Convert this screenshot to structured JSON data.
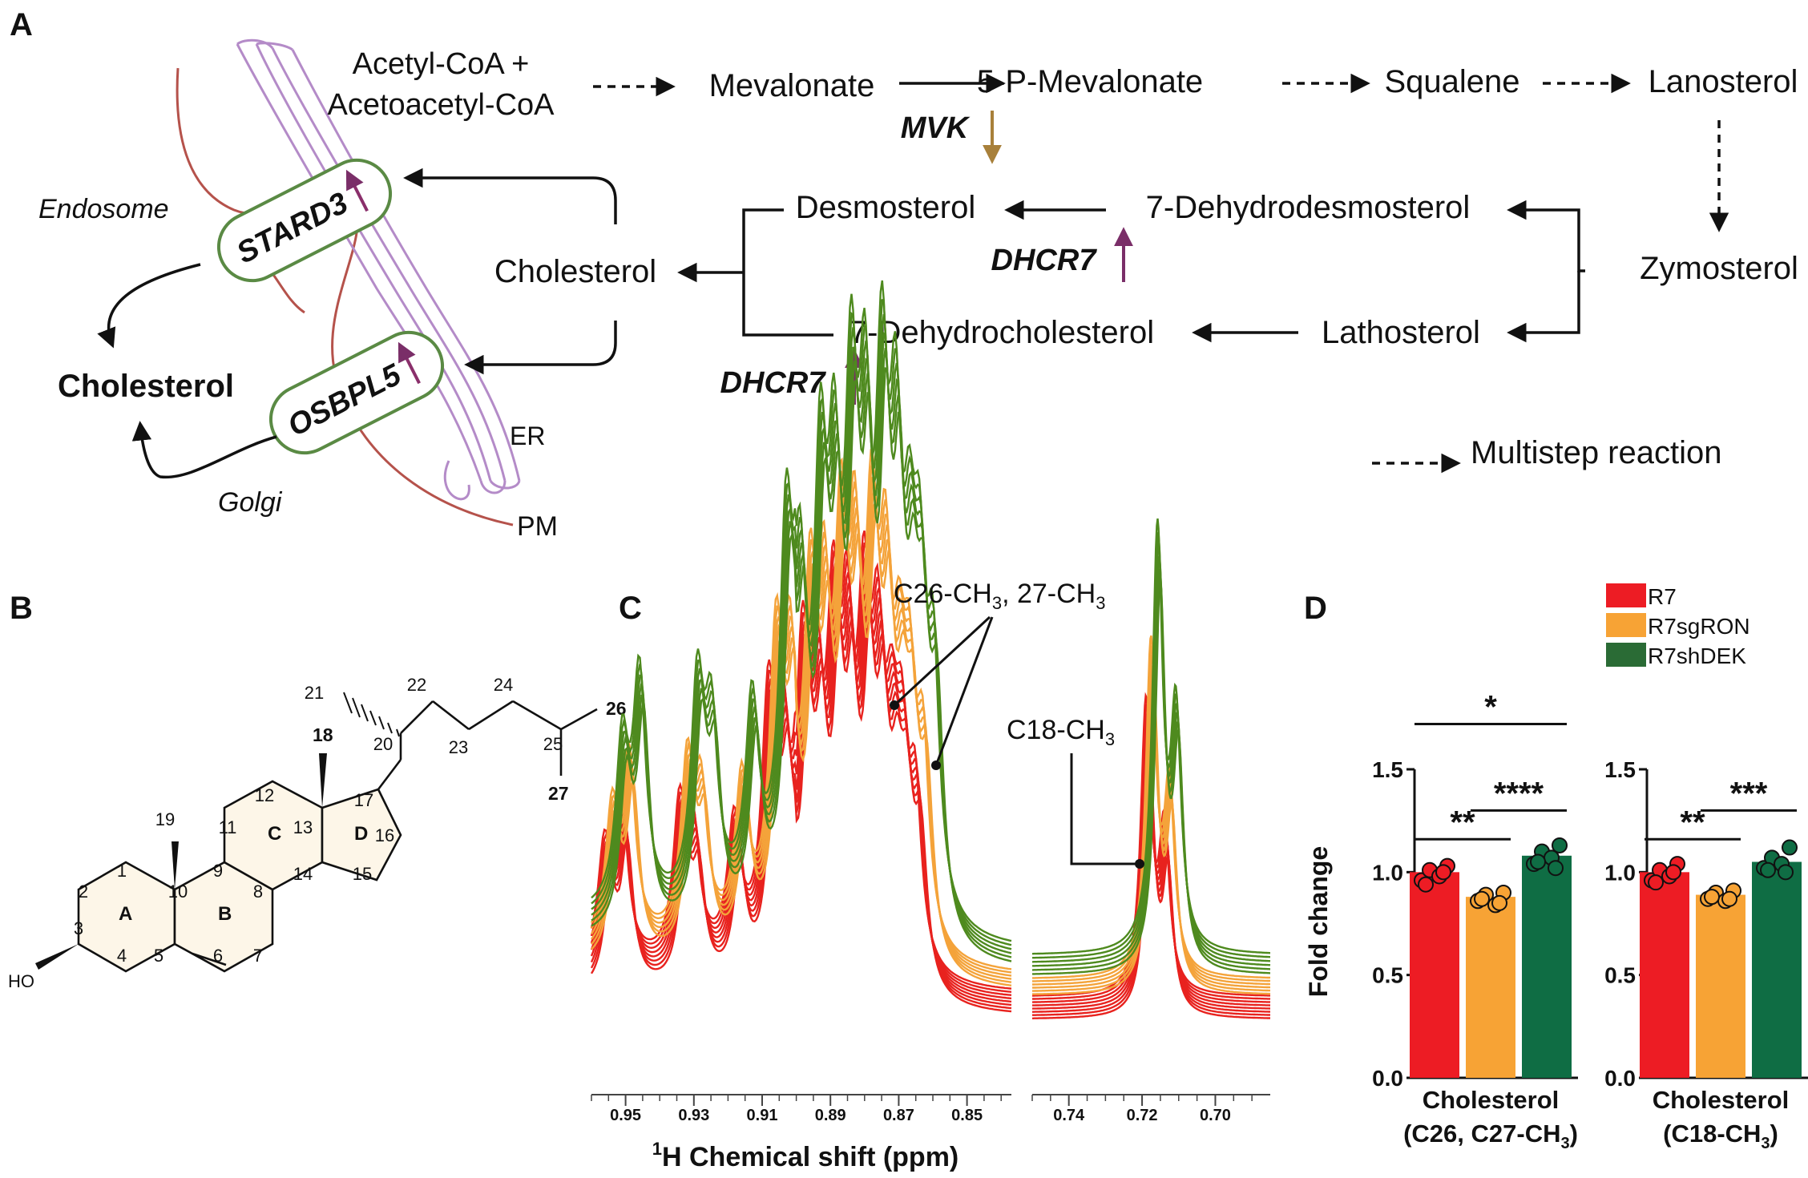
{
  "panels": {
    "a": "A",
    "b": "B",
    "c": "C",
    "d": "D"
  },
  "pathway": {
    "acetyl_line1": "Acetyl-CoA +",
    "acetyl_line2": "Acetoacetyl-CoA",
    "mevalonate": "Mevalonate",
    "p_mevalonate": "5-P-Mevalonate",
    "squalene": "Squalene",
    "lanosterol": "Lanosterol",
    "zymosterol": "Zymosterol",
    "dehydrodesmosterol": "7-Dehydrodesmosterol",
    "desmosterol": "Desmosterol",
    "lathosterol": "Lathosterol",
    "dehydrocholesterol": "7-Dehydrocholesterol",
    "cholesterol": "Cholesterol",
    "mvk": "MVK",
    "dhcr7_top": "DHCR7",
    "dhcr7_bottom": "DHCR7",
    "legend": "Multistep reaction"
  },
  "cell": {
    "stard3": "STARD3",
    "osbpl5": "OSBPL5",
    "endosome": "Endosome",
    "golgi": "Golgi",
    "er": "ER",
    "pm": "PM",
    "cholesterol": "Cholesterol"
  },
  "structure": {
    "rings": {
      "a": "A",
      "b": "B",
      "c": "C",
      "d": "D"
    },
    "ho": "HO",
    "numbers": [
      "1",
      "2",
      "3",
      "4",
      "5",
      "6",
      "7",
      "8",
      "9",
      "10",
      "11",
      "12",
      "13",
      "14",
      "15",
      "16",
      "17",
      "19",
      "20",
      "21",
      "22",
      "23",
      "24",
      "25"
    ],
    "highlight": {
      "c18": "18",
      "c26": "26",
      "c27": "27"
    }
  },
  "nmr": {
    "peak_label_1": "C26-CH",
    "peak_label_1_sub1": "3",
    "peak_label_1_mid": ", 27-CH",
    "peak_label_1_sub2": "3",
    "peak_label_2": "C18-CH",
    "peak_label_2_sub": "3",
    "xlabel_sup": "1",
    "xlabel": "H Chemical shift (ppm)",
    "left_ticks": [
      "0.95",
      "0.93",
      "0.91",
      "0.89",
      "0.87",
      "0.85"
    ],
    "right_ticks": [
      "0.74",
      "0.72",
      "0.70"
    ],
    "colors": {
      "R7": "#e8221e",
      "R7sgRON": "#f4a33a",
      "R7shDEK": "#4e8a1e"
    }
  },
  "chart_data": {
    "type": "bar",
    "ylabel": "Fold change",
    "ylim": [
      0,
      1.5
    ],
    "yticks": [
      "0.0",
      "0.5",
      "1.0",
      "1.5"
    ],
    "legend": [
      "R7",
      "R7sgRON",
      "R7shDEK"
    ],
    "colors": {
      "R7": "#ed1c24",
      "R7sgRON": "#f7a335",
      "R7shDEK": "#0f6d44",
      "legend_R7shDEK": "#2a6b35"
    },
    "groups": [
      {
        "label_line1": "Cholesterol",
        "label_line2": "(C26, C27-CH",
        "label_sub": "3",
        "label_end": ")",
        "values": [
          1.0,
          0.88,
          1.08
        ],
        "points": [
          [
            0.96,
            1.01,
            0.98,
            1.03,
            0.94,
            1.0
          ],
          [
            0.86,
            0.89,
            0.84,
            0.9,
            0.87,
            0.85
          ],
          [
            1.04,
            1.1,
            1.07,
            1.13,
            1.05,
            1.02
          ]
        ],
        "significance": [
          {
            "from": 0,
            "to": 1,
            "text": "**"
          },
          {
            "from": 1,
            "to": 2,
            "text": "****"
          },
          {
            "from": 0,
            "to": 2,
            "text": "*"
          }
        ]
      },
      {
        "label_line1": "Cholesterol",
        "label_line2": "(C18-CH",
        "label_sub": "3",
        "label_end": ")",
        "values": [
          1.0,
          0.89,
          1.05
        ],
        "points": [
          [
            0.96,
            1.01,
            0.98,
            1.04,
            0.95,
            1.0
          ],
          [
            0.87,
            0.9,
            0.86,
            0.91,
            0.88,
            0.87
          ],
          [
            1.02,
            1.07,
            1.04,
            1.12,
            1.01,
            1.0
          ]
        ],
        "significance": [
          {
            "from": 0,
            "to": 1,
            "text": "**"
          },
          {
            "from": 1,
            "to": 2,
            "text": "***"
          }
        ]
      }
    ]
  }
}
